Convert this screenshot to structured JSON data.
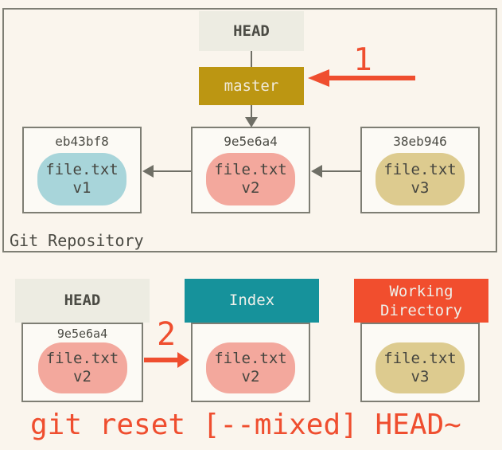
{
  "colors": {
    "background": "#faf5ed",
    "box_fill": "#fcfaf5",
    "border_gray": "#7e7e74",
    "arrow_gray": "#6f6f66",
    "text_dark": "#4b4b44",
    "text_light": "#f0eada",
    "head_header_fill": "#edece2",
    "master_fill": "#bc9612",
    "index_fill": "#16929b",
    "workdir_fill": "#f14e2e",
    "blob_blue": "#a8d5da",
    "blob_pink": "#f3a89d",
    "blob_tan": "#ddcb8f",
    "annotation_red": "#ef4e2f"
  },
  "top": {
    "head_label": "HEAD",
    "master_label": "master",
    "repo_label": "Git Repository",
    "step1_label": "1",
    "commits": [
      {
        "hash": "eb43bf8",
        "file": "file.txt",
        "version": "v1",
        "blob_color": "blob_blue"
      },
      {
        "hash": "9e5e6a4",
        "file": "file.txt",
        "version": "v2",
        "blob_color": "blob_pink"
      },
      {
        "hash": "38eb946",
        "file": "file.txt",
        "version": "v3",
        "blob_color": "blob_tan"
      }
    ]
  },
  "bottom": {
    "step2_label": "2",
    "command": "git reset [--mixed] HEAD~",
    "columns": [
      {
        "header": "HEAD",
        "hash": "9e5e6a4",
        "file": "file.txt",
        "version": "v2",
        "blob_color": "blob_pink"
      },
      {
        "header": "Index",
        "file": "file.txt",
        "version": "v2",
        "blob_color": "blob_pink"
      },
      {
        "header": "Working Directory",
        "file": "file.txt",
        "version": "v3",
        "blob_color": "blob_tan"
      }
    ]
  }
}
